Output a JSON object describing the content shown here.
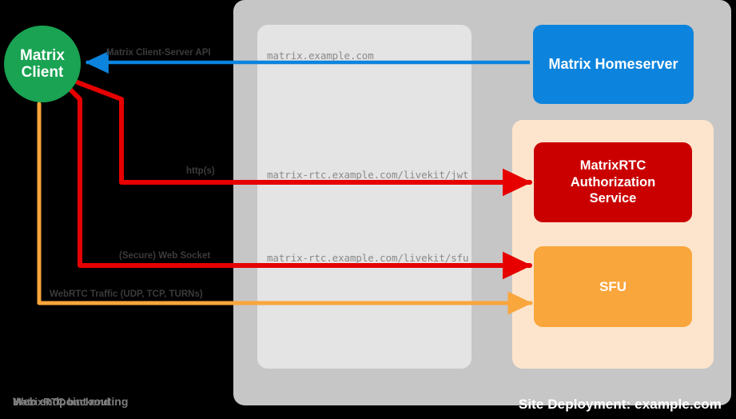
{
  "diagram": {
    "title": "Site Deployment: example.com",
    "containers": {
      "site": {
        "label": "Site Deployment: example.com",
        "color": "#c6c6c6"
      },
      "routing": {
        "label": "Web endpoint routing",
        "color": "#e4e4e4"
      },
      "backend": {
        "label": "MatrixRTC backend",
        "color": "#fde5cd"
      }
    },
    "nodes": {
      "client": {
        "line1": "Matrix",
        "line2": "Client",
        "color": "#19a352"
      },
      "homeserver": {
        "label": "Matrix Homeserver",
        "color": "#0c84dd"
      },
      "auth": {
        "line1": "MatrixRTC",
        "line2": "Authorization",
        "line3": "Service",
        "color": "#ca0000"
      },
      "sfu": {
        "label": "SFU",
        "color": "#f9a63c"
      }
    },
    "edges": [
      {
        "id": "client-server-api",
        "label": "Matrix Client-Server API",
        "endpoint": "matrix.example.com",
        "color": "#0c84dd",
        "direction": "to-client",
        "from": "Matrix Homeserver",
        "to": "Matrix Client"
      },
      {
        "id": "https",
        "label": "http(s)",
        "endpoint": "matrix-rtc.example.com/livekit/jwt",
        "color": "#e60000",
        "direction": "bidirectional",
        "from": "Matrix Client",
        "to": "MatrixRTC Authorization Service"
      },
      {
        "id": "websocket",
        "label": "(Secure) Web Socket",
        "endpoint": "matrix-rtc.example.com/livekit/sfu",
        "color": "#e60000",
        "direction": "bidirectional",
        "from": "Matrix Client",
        "to": "SFU"
      },
      {
        "id": "webrtc",
        "label": "WebRTC Traffic (UDP, TCP, TURNs)",
        "endpoint": "",
        "color": "#f9a63c",
        "direction": "bidirectional",
        "from": "Matrix Client",
        "to": "SFU"
      }
    ]
  }
}
